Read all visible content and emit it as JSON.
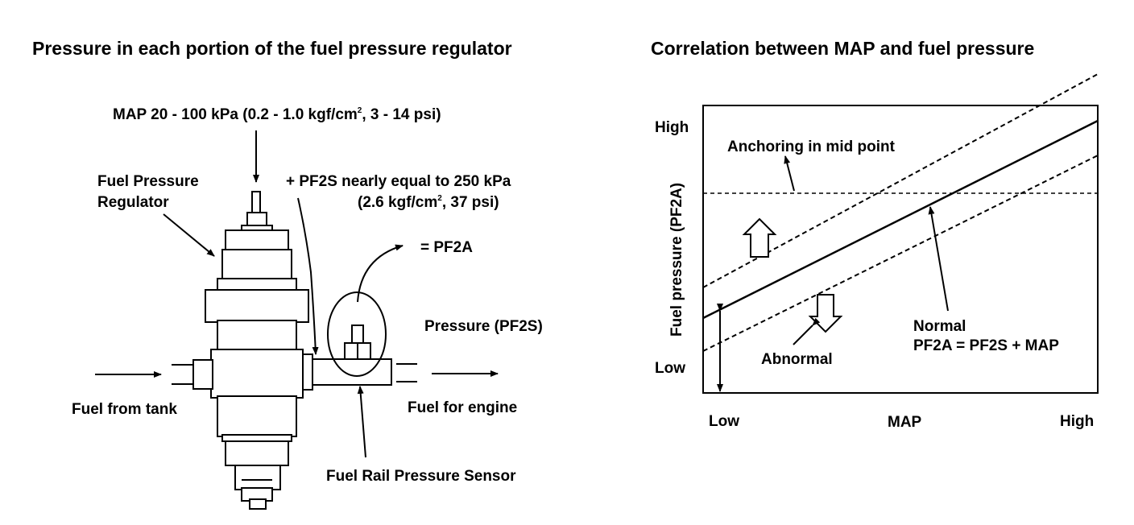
{
  "left": {
    "title": "Pressure in each portion of the fuel pressure regulator",
    "map_label_a": "MAP 20 - 100 kPa (0.2 - 1.0 kgf/cm",
    "map_label_sup": "2",
    "map_label_b": ", 3 - 14 psi)",
    "regulator_line1": "Fuel Pressure",
    "regulator_line2": "Regulator",
    "pf2s_line1": "+ PF2S nearly equal to 250 kPa",
    "pf2s_line2_a": "(2.6 kgf/cm",
    "pf2s_line2_sup": "2",
    "pf2s_line2_b": ", 37 psi)",
    "pf2a_label": "= PF2A",
    "pressure_label": "Pressure (PF2S)",
    "fuel_from_tank": "Fuel from tank",
    "fuel_for_engine": "Fuel for engine",
    "sensor_label": "Fuel Rail Pressure Sensor"
  },
  "right": {
    "title": "Correlation between MAP and fuel pressure",
    "y_axis_label": "Fuel pressure (PF2A)",
    "y_high": "High",
    "y_low": "Low",
    "x_axis_label": "MAP",
    "x_low": "Low",
    "x_high": "High",
    "anchoring_label": "Anchoring in mid point",
    "abnormal_label": "Abnormal",
    "normal_line1": "Normal",
    "normal_line2": "PF2A = PF2S + MAP"
  }
}
